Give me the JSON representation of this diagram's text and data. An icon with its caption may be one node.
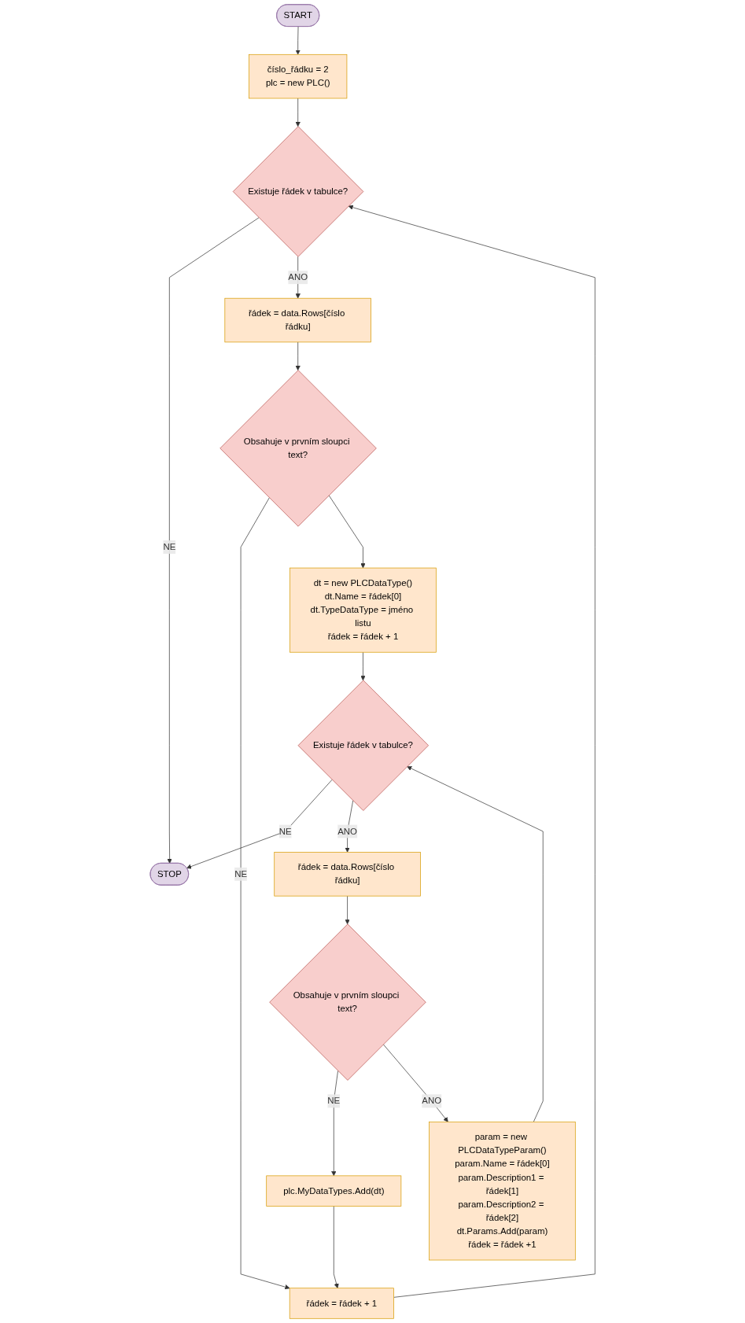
{
  "diagram": {
    "nodes": [
      {
        "text": [
          "START"
        ]
      },
      {
        "text": [
          "číslo_řádku = 2",
          "plc = new PLC()"
        ]
      },
      {
        "text": [
          "Existuje řádek v tabulce?"
        ]
      },
      {
        "text": [
          "STOP"
        ]
      },
      {
        "text": [
          "řádek = data.Rows[číslo řádku]"
        ]
      },
      {
        "text": [
          "Obsahuje v prvním sloupci text?"
        ]
      },
      {
        "text": [
          "řádek = řádek + 1"
        ]
      },
      {
        "text": [
          "dt = new PLCDataType()",
          "dt.Name = řádek[0]",
          "dt.TypeDataType = jméno listu",
          "řádek = řádek + 1"
        ]
      },
      {
        "text": [
          "Existuje řádek v tabulce?"
        ]
      },
      {
        "text": [
          "řádek = data.Rows[číslo řádku]"
        ]
      },
      {
        "text": [
          "Obsahuje v prvním sloupci text?"
        ]
      },
      {
        "text": [
          "plc.MyDataTypes.Add(dt)"
        ]
      },
      {
        "text": [
          "param = new PLCDataTypeParam()",
          "param.Name = řádek[0]",
          "param.Description1 = řádek[1]",
          "param.Description2 = řádek[2]",
          "dt.Params.Add(param)",
          "řádek = řádek +1"
        ]
      }
    ],
    "edges": [
      {
        "from": 0,
        "to": 1,
        "arrow": "to"
      },
      {
        "from": 1,
        "to": 2,
        "arrow": "to"
      },
      {
        "from": 2,
        "to": 3,
        "arrow": "to",
        "label": "NE"
      },
      {
        "from": 2,
        "to": 4,
        "arrow": "to",
        "label": "ANO"
      },
      {
        "from": 4,
        "to": 5,
        "arrow": "to"
      },
      {
        "from": 5,
        "to": 6,
        "arrow": "to",
        "label": "NE"
      },
      {
        "from": 6,
        "to": 2,
        "arrow": "to"
      },
      {
        "from": 5,
        "to": 7,
        "arrow": "to"
      },
      {
        "from": 7,
        "to": 8,
        "arrow": "to"
      },
      {
        "from": 8,
        "to": 3,
        "arrow": "to",
        "label": "NE"
      },
      {
        "from": 8,
        "to": 9,
        "arrow": "to",
        "label": "ANO"
      },
      {
        "from": 9,
        "to": 10,
        "arrow": "to"
      },
      {
        "from": 10,
        "to": 11,
        "arrow": "to",
        "label": "NE"
      },
      {
        "from": 11,
        "to": 6,
        "arrow": "to"
      },
      {
        "from": 10,
        "to": 12,
        "arrow": "to",
        "label": "ANO"
      },
      {
        "from": 12,
        "to": 8,
        "arrow": "to"
      }
    ]
  }
}
